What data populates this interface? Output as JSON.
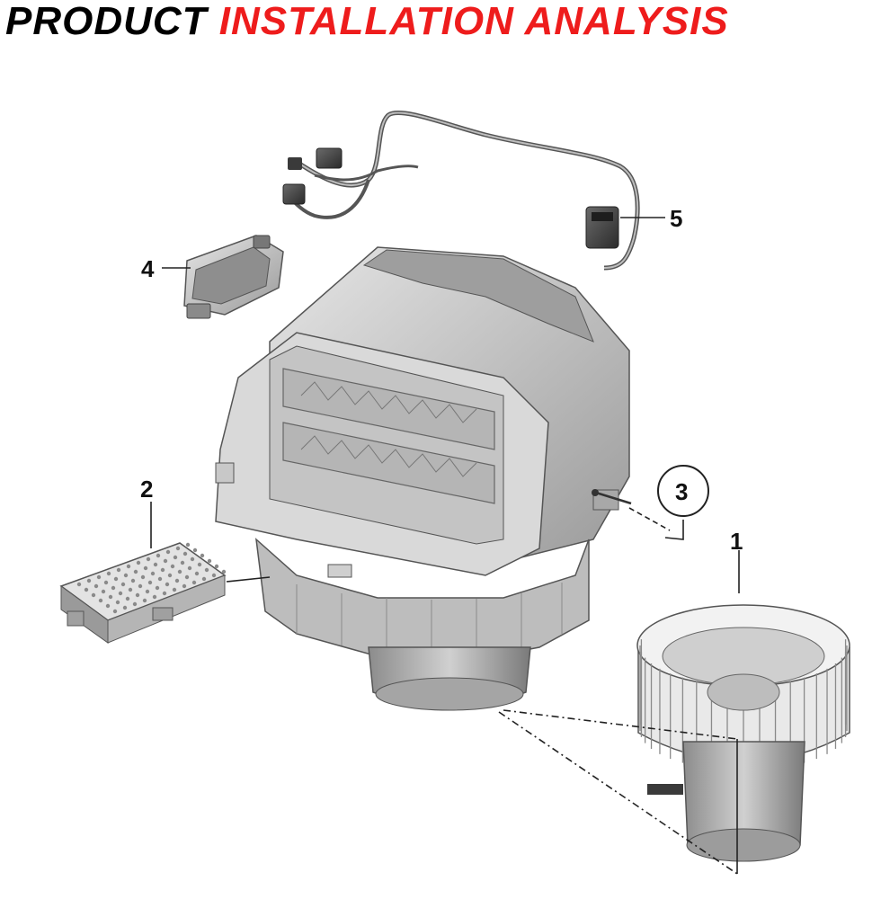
{
  "header": {
    "title_part1": "PRODUCT",
    "title_part2": "INSTALLATION ANALYSIS",
    "title_part1_color": "#000000",
    "title_part2_color": "#ee1c1c"
  },
  "callouts": [
    {
      "id": "1",
      "label": "1",
      "circled": false
    },
    {
      "id": "2",
      "label": "2",
      "circled": false
    },
    {
      "id": "3",
      "label": "3",
      "circled": true
    },
    {
      "id": "4",
      "label": "4",
      "circled": false
    },
    {
      "id": "5",
      "label": "5",
      "circled": false
    }
  ],
  "parts": [
    {
      "callout": "1",
      "icon": "blower-motor-fan-icon"
    },
    {
      "callout": "2",
      "icon": "resistor-module-icon"
    },
    {
      "callout": "3",
      "icon": "mounting-screw-icon"
    },
    {
      "callout": "4",
      "icon": "actuator-icon"
    },
    {
      "callout": "5",
      "icon": "wiring-harness-icon"
    },
    {
      "callout": "",
      "icon": "blower-housing-icon"
    }
  ]
}
